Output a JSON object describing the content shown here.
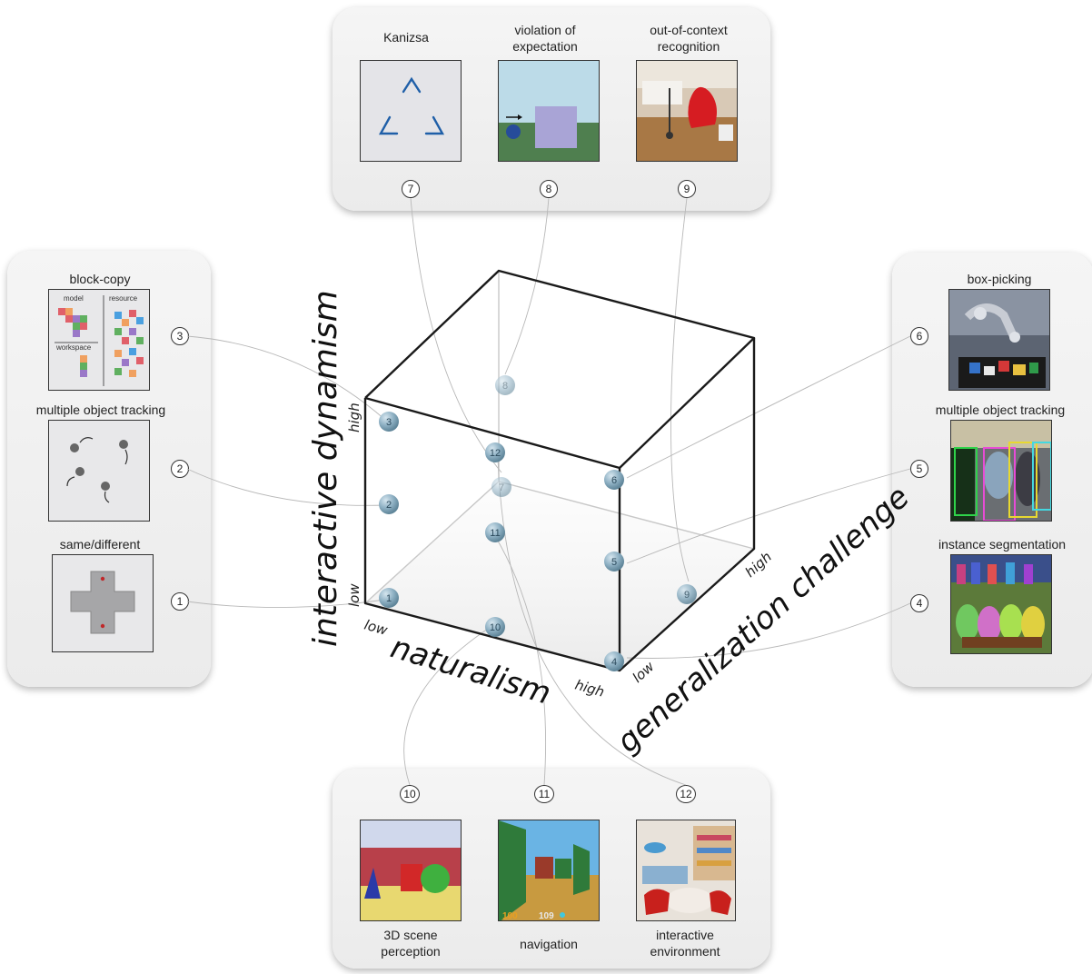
{
  "panels": {
    "top": {
      "items": [
        {
          "num": "7",
          "label": "Kanizsa"
        },
        {
          "num": "8",
          "label_lines": [
            "violation of",
            "expectation"
          ]
        },
        {
          "num": "9",
          "label_lines": [
            "out-of-context",
            "recognition"
          ]
        }
      ]
    },
    "left": {
      "items": [
        {
          "num": "3",
          "label": "block-copy",
          "sublabels": [
            "model",
            "resource",
            "workspace"
          ]
        },
        {
          "num": "2",
          "label": "multiple object tracking"
        },
        {
          "num": "1",
          "label": "same/different"
        }
      ]
    },
    "right": {
      "items": [
        {
          "num": "6",
          "label": "box-picking"
        },
        {
          "num": "5",
          "label": "multiple object tracking"
        },
        {
          "num": "4",
          "label": "instance segmentation"
        }
      ]
    },
    "bottom": {
      "items": [
        {
          "num": "10",
          "label_lines": [
            "3D scene",
            "perception"
          ]
        },
        {
          "num": "11",
          "label": "navigation",
          "hud_left": "100",
          "hud_right": "109"
        },
        {
          "num": "12",
          "label_lines": [
            "interactive",
            "environment"
          ]
        }
      ]
    }
  },
  "cube": {
    "axes": {
      "vertical": {
        "title": "interactive dynamism",
        "low": "low",
        "high": "high"
      },
      "x": {
        "title": "naturalism",
        "low": "low",
        "high": "high"
      },
      "depth": {
        "title": "generalization challenge",
        "low": "low",
        "high": "high"
      }
    },
    "points": [
      "1",
      "2",
      "3",
      "4",
      "5",
      "6",
      "7",
      "8",
      "9",
      "10",
      "11",
      "12"
    ]
  },
  "colors": {
    "panel_bg": "#efefef",
    "ball": "#8fb1c4",
    "cube_edge": "#1a1a1a",
    "connector": "#b5b5b5"
  }
}
